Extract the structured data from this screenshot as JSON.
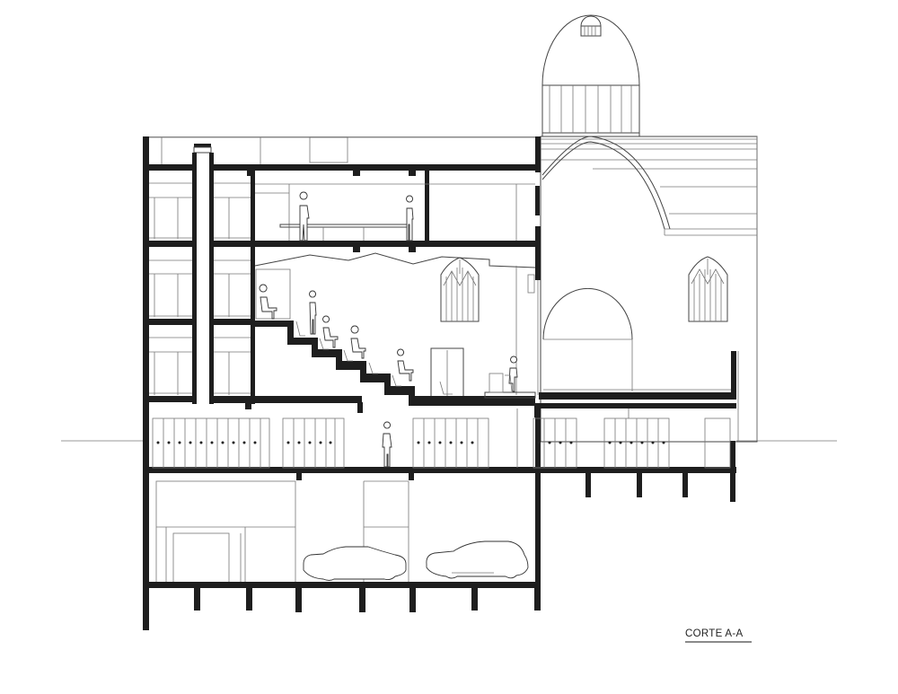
{
  "drawing": {
    "title": "CORTE A-A",
    "type": "architectural-section",
    "colors": {
      "wall_fill": "#1e1e1e",
      "line": "#444444",
      "background": "#ffffff",
      "underline": "#8a8a8a"
    },
    "levels": [
      {
        "name": "roof-terrace"
      },
      {
        "name": "upper-office-floor"
      },
      {
        "name": "auditorium-floor"
      },
      {
        "name": "ground-storage-floor"
      },
      {
        "name": "basement-parking"
      }
    ],
    "elements": {
      "church_dome": "dome-with-lantern",
      "gothic_windows": 2,
      "storage_bays_groups": 5,
      "cars": 2,
      "auditorium_steps": 5
    }
  }
}
